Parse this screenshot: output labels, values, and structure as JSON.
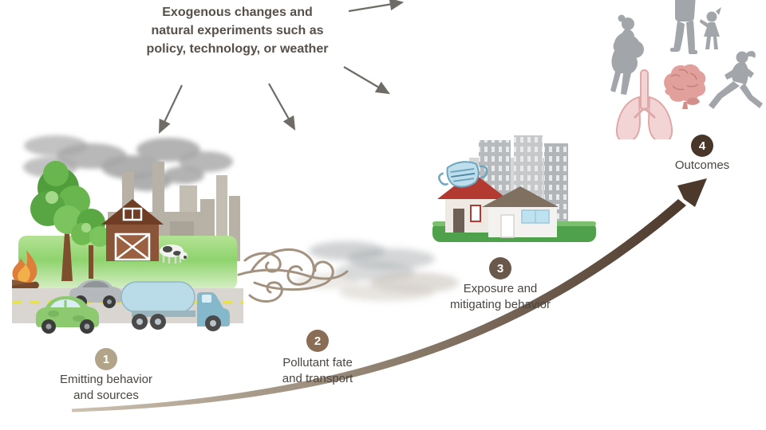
{
  "header": {
    "lines": [
      "Exogenous changes and",
      "natural experiments such as",
      "policy, technology, or weather"
    ]
  },
  "stages": [
    {
      "number": "1",
      "label_lines": [
        "Emitting behavior",
        "and sources"
      ],
      "badge_color": "#b2a489",
      "illustration": "emitting-sources-scene"
    },
    {
      "number": "2",
      "label_lines": [
        "Pollutant fate",
        "and transport"
      ],
      "badge_color": "#8a6d55",
      "illustration": "pollutant-transport-scene"
    },
    {
      "number": "3",
      "label_lines": [
        "Exposure and",
        "mitigating behavior"
      ],
      "badge_color": "#6a594a",
      "illustration": "exposure-mitigation-scene"
    },
    {
      "number": "4",
      "label_lines": [
        "Outcomes"
      ],
      "badge_color": "#483629",
      "illustration": "health-outcomes-scene"
    }
  ],
  "colors": {
    "header_text": "#57504a",
    "label_text": "#4a4540",
    "connector_arrow": "#6f6b66",
    "outcome_curve_start": "#cdc1b0",
    "outcome_curve_mid": "#8a7a6a",
    "outcome_curve_end": "#4c392c",
    "badge_number_text": "#ffffff"
  }
}
